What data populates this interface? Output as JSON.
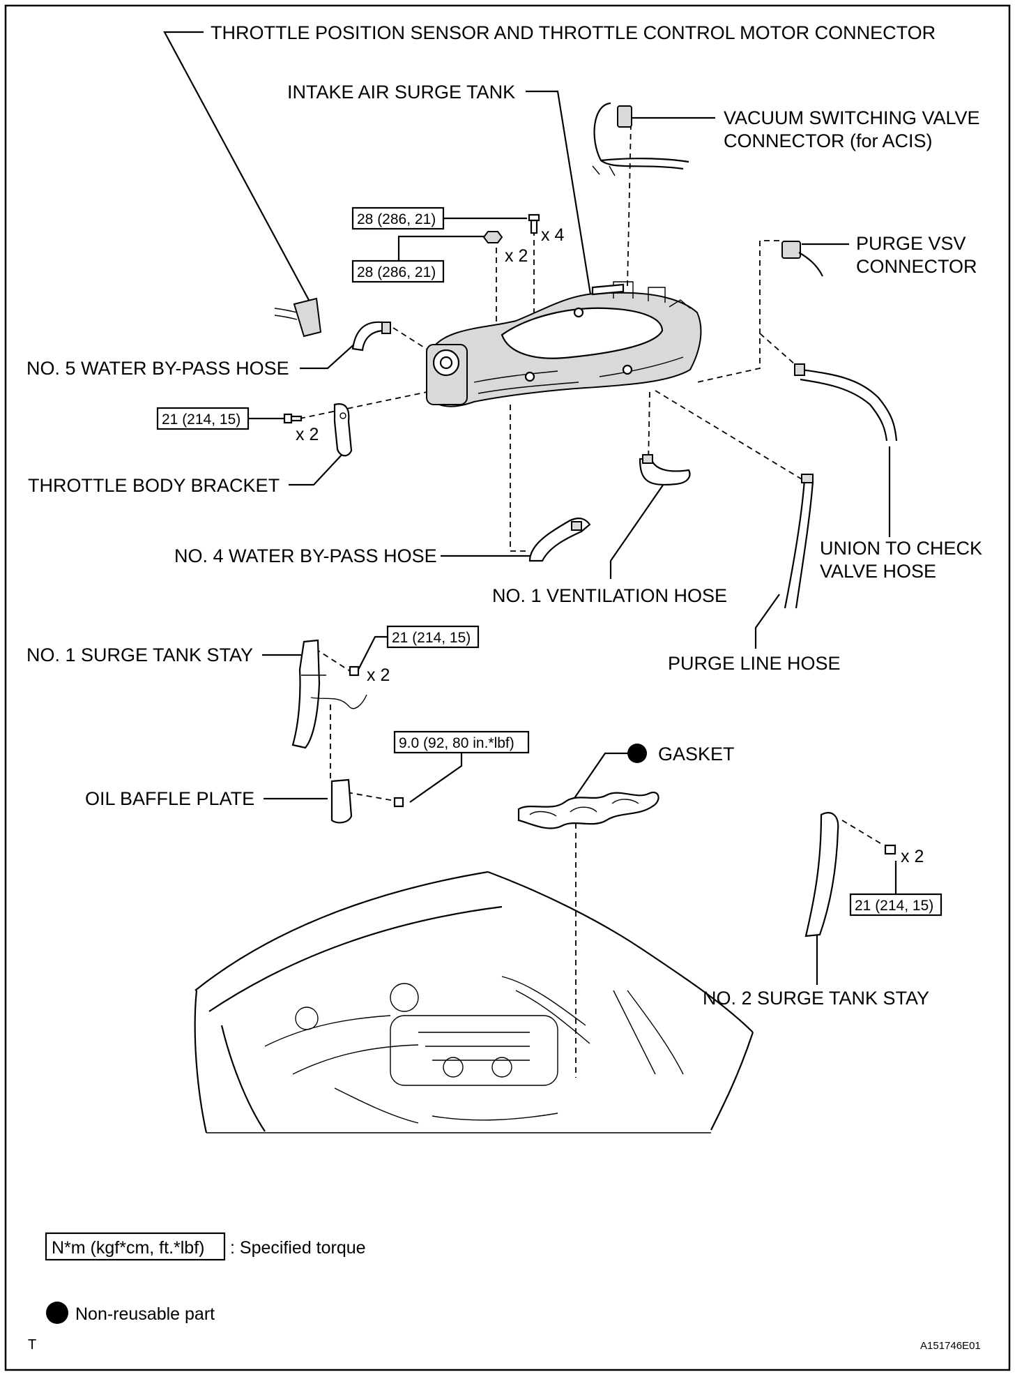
{
  "labels": {
    "tps_connector": "THROTTLE POSITION SENSOR AND THROTTLE CONTROL MOTOR CONNECTOR",
    "surge_tank": "INTAKE AIR SURGE TANK",
    "vsv_acis_line1": "VACUUM SWITCHING VALVE",
    "vsv_acis_line2": "CONNECTOR (for ACIS)",
    "purge_vsv_line1": "PURGE VSV",
    "purge_vsv_line2": "CONNECTOR",
    "no5_water_hose": "NO. 5 WATER BY-PASS HOSE",
    "throttle_bracket": "THROTTLE BODY BRACKET",
    "no4_water_hose": "NO. 4 WATER BY-PASS HOSE",
    "no1_ventilation_hose": "NO. 1 VENTILATION HOSE",
    "union_check_line1": "UNION TO CHECK",
    "union_check_line2": "VALVE HOSE",
    "purge_line_hose": "PURGE LINE HOSE",
    "no1_stay": "NO. 1 SURGE TANK STAY",
    "oil_baffle": "OIL BAFFLE PLATE",
    "gasket": "GASKET",
    "no2_stay": "NO. 2 SURGE TANK STAY"
  },
  "torques": {
    "bolt_x4": "28 (286, 21)",
    "nut_x2": "28 (286, 21)",
    "bracket_bolt": "21 (214, 15)",
    "no1_stay_bolt": "21 (214, 15)",
    "baffle_bolt": "9.0 (92, 80 in.*lbf)",
    "no2_stay_bolt": "21 (214, 15)"
  },
  "quantities": {
    "bolt_x4": "x 4",
    "nut_x2": "x 2",
    "bracket_bolt": "x 2",
    "no1_stay_bolt": "x 2",
    "no2_stay_bolt": "x 2"
  },
  "legend": {
    "torque_box": "N*m (kgf*cm, ft.*lbf)",
    "torque_text": ": Specified torque",
    "nonreusable_text": "Non-reusable part"
  },
  "footer": {
    "corner_mark": "T",
    "figure_id": "A151746E01"
  }
}
